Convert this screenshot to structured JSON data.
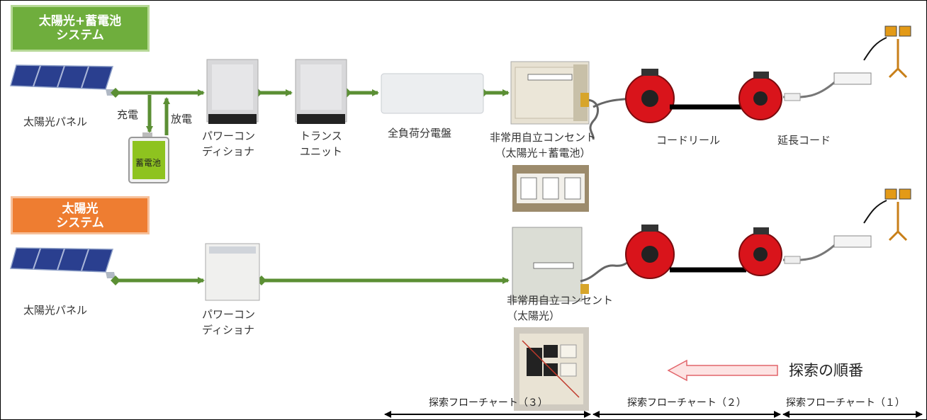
{
  "systems": {
    "solar_battery": {
      "title": "太陽光+蓄電池\nシステム"
    },
    "solar": {
      "title": "太陽光\nシステム"
    }
  },
  "labels": {
    "solar_panel_top": "太陽光パネル",
    "charge": "充電",
    "discharge": "放電",
    "battery": "蓄電池",
    "power_conditioner_top": "パワーコン\nディショナ",
    "transformer_unit": "トランス\nユニット",
    "distribution_board": "全負荷分電盤",
    "outlet_top": "非常用自立コンセント\n（太陽光＋蓄電池）",
    "cord_reel": "コードリール",
    "extension_cord": "延長コード",
    "solar_panel_bottom": "太陽光パネル",
    "power_conditioner_bottom": "パワーコン\nディショナ",
    "outlet_bottom": "非常用自立コンセント\n（太陽光）"
  },
  "legend": {
    "search_order": "探索の順番"
  },
  "flowcharts": [
    {
      "label": "探索フローチャート（３）"
    },
    {
      "label": "探索フローチャート（２）"
    },
    {
      "label": "探索フローチャート（１）"
    }
  ],
  "colors": {
    "wire": "#5b8f34",
    "green_badge": "#6fae3d",
    "orange_badge": "#ee7d31",
    "reel": "#d9141b"
  }
}
